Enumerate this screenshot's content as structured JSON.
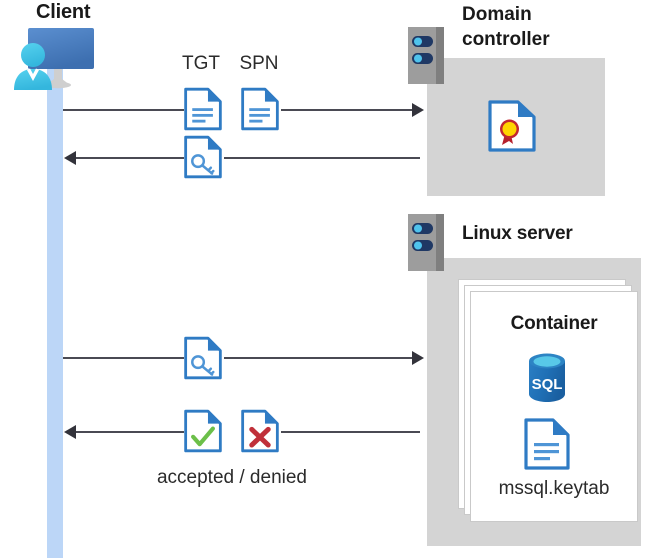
{
  "diagram": {
    "title_client": "Client",
    "title_domain_controller": "Domain\ncontroller",
    "title_domain_controller_line1": "Domain",
    "title_domain_controller_line2": "controller",
    "title_linux_server": "Linux server",
    "title_container": "Container",
    "label_tgt": "TGT",
    "label_spn": "SPN",
    "label_keytab_file": "mssql.keytab",
    "label_accepted_denied": "accepted / denied",
    "icons": {
      "client": "user-computer-icon",
      "server_dc": "server-rack-icon",
      "server_linux": "server-rack-icon",
      "tgt_document": "document-icon",
      "spn_document": "document-icon",
      "ticket_key_request": "document-key-icon",
      "ticket_key_service": "document-key-icon",
      "certificate": "document-certificate-icon",
      "accepted": "document-check-icon",
      "denied": "document-cross-icon",
      "sql_database": "sql-database-icon",
      "keytab_document": "document-icon"
    },
    "colors": {
      "accent_blue": "#2f7bc4",
      "document_fold": "#2f7bc4",
      "lifeline_blue": "#bcd6f7",
      "panel_gray": "#d4d4d4",
      "server_gray": "#9d9d9d",
      "server_bar_navy": "#1f3864",
      "server_dot_cyan": "#4fc3ec",
      "person_cyan": "#3fc0e8",
      "monitor_blue": "#4a7ebb",
      "check_green": "#6cbf49",
      "cross_red": "#c0303a",
      "seal_gold": "#ffd400",
      "ribbon_red": "#b5202c",
      "sql_blue": "#1f6fb5",
      "sql_top_cyan": "#58c8e8",
      "line_dark": "#4a4a53",
      "text_dark": "#1a1a1a"
    },
    "flows": [
      {
        "name": "client-to-dc-request",
        "direction": "right",
        "carries": [
          "TGT",
          "SPN"
        ]
      },
      {
        "name": "dc-to-client-ticket",
        "direction": "left",
        "carries": [
          "ticket"
        ]
      },
      {
        "name": "client-to-linux-ticket",
        "direction": "right",
        "carries": [
          "ticket"
        ]
      },
      {
        "name": "linux-to-client-result",
        "direction": "left",
        "carries": [
          "accepted",
          "denied"
        ]
      }
    ]
  }
}
